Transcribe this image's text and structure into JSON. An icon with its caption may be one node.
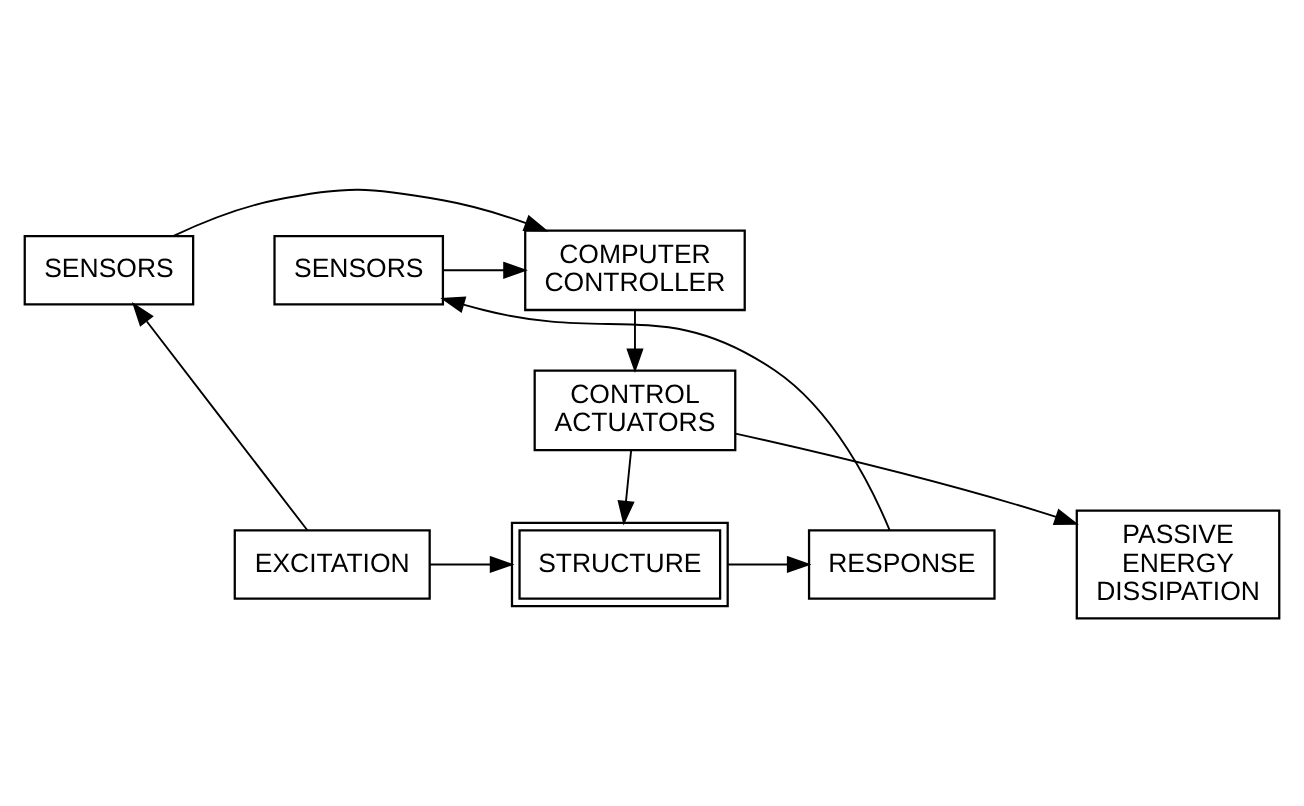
{
  "diagram": {
    "nodes": [
      {
        "text": [
          "SENSORS"
        ]
      },
      {
        "text": [
          "COMPUTER CONTROLLER"
        ]
      },
      {
        "text": [
          "SENSORS"
        ]
      },
      {
        "text": [
          "CONTROL ACTUATORS"
        ]
      },
      {
        "text": [
          "PASSIVE ENERGY DISSIPATION"
        ]
      },
      {
        "text": [
          "EXCITATION"
        ]
      },
      {
        "text": [
          "STRUCTURE"
        ]
      },
      {
        "text": [
          "RESPONSE"
        ]
      }
    ],
    "edges": [
      {
        "from": 0,
        "to": 1,
        "arrow": "to"
      },
      {
        "from": 2,
        "to": 1,
        "arrow": "to"
      },
      {
        "from": 1,
        "to": 3,
        "arrow": "to"
      },
      {
        "from": 3,
        "to": 4,
        "arrow": "to"
      },
      {
        "from": 3,
        "to": 6,
        "arrow": "to"
      },
      {
        "from": 5,
        "to": 0,
        "arrow": "to"
      },
      {
        "from": 5,
        "to": 6,
        "arrow": "to"
      },
      {
        "from": 6,
        "to": 7,
        "arrow": "to"
      },
      {
        "from": 7,
        "to": 2,
        "arrow": "to"
      }
    ]
  }
}
